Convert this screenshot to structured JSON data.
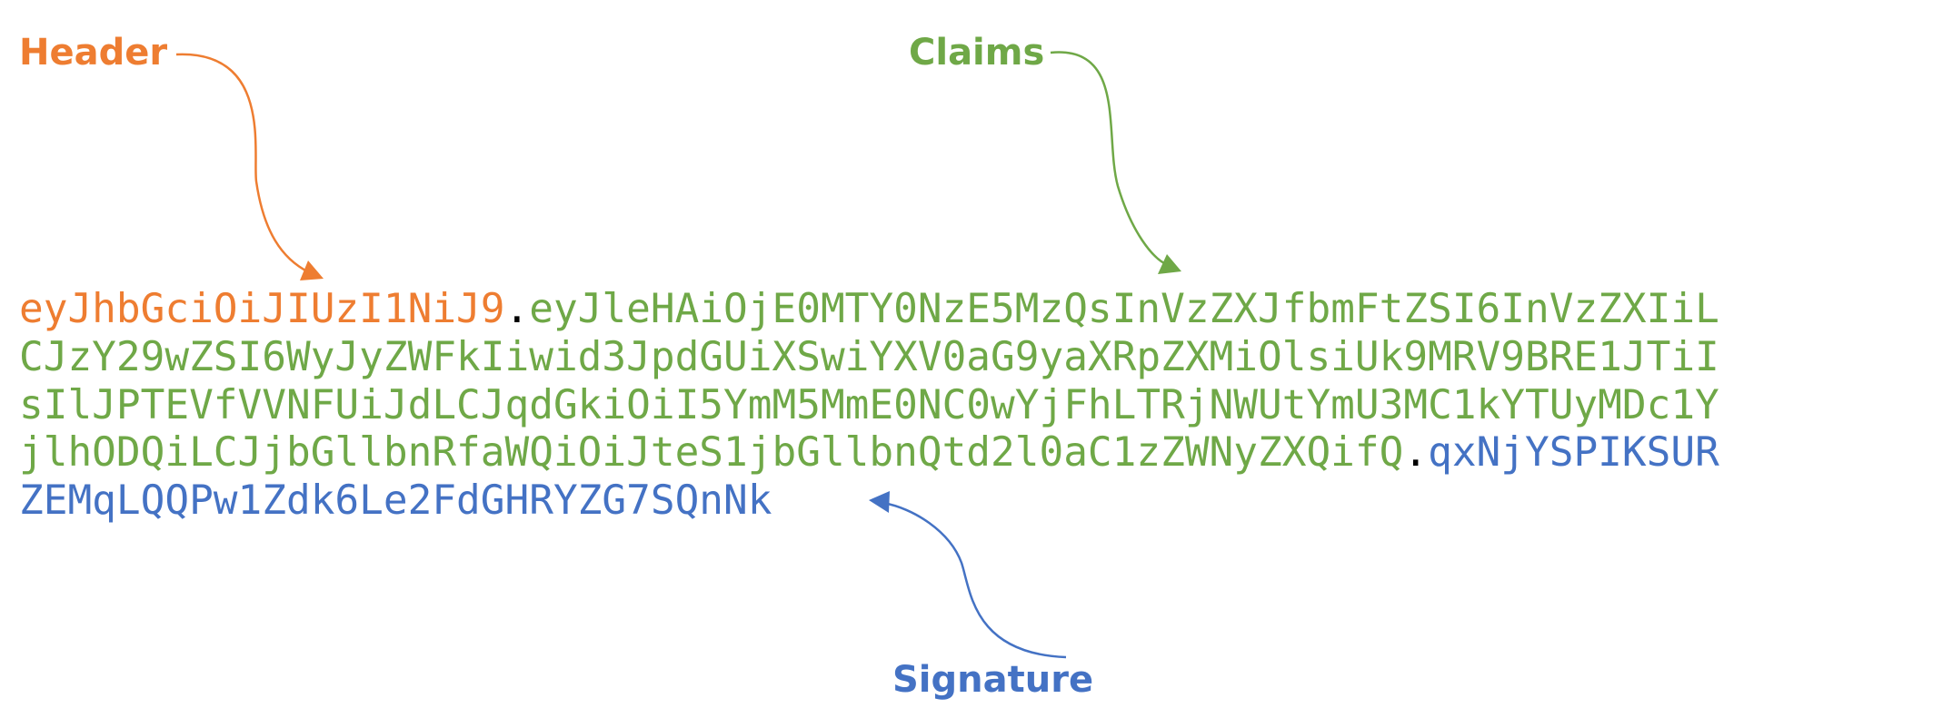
{
  "labels": {
    "header": "Header",
    "claims": "Claims",
    "signature": "Signature"
  },
  "token": {
    "header_part": "eyJhbGciOiJIUzI1NiJ9",
    "separator": ".",
    "claims_line1": "eyJleHAiOjE0MTY0NzE5MzQsInVzZXJfbmFtZSI6InVzZXIiL",
    "claims_line2": "CJzY29wZSI6WyJyZWFkIiwid3JpdGUiXSwiYXV0aG9yaXRpZXMiOlsiUk9MRV9BRE1JTiI",
    "claims_line3": "sIlJPTEVfVVNFUiJdLCJqdGkiOiI5YmM5MmE0NC0wYjFhLTRjNWUtYmU3MC1kYTUyMDc1Y",
    "claims_line4": "jlhODQiLCJjbGllbnRfaWQiOiJteS1jbGllbnQtd2l0aC1zZWNyZXQifQ",
    "signature_line1": "qxNjYSPIKSUR",
    "signature_line2": "ZEMqLQQPw1Zdk6Le2FdGHRYZG7SQnNk"
  },
  "colors": {
    "header": "#ee7d31",
    "claims": "#6fa847",
    "signature": "#4472c4",
    "separator": "#000000"
  }
}
